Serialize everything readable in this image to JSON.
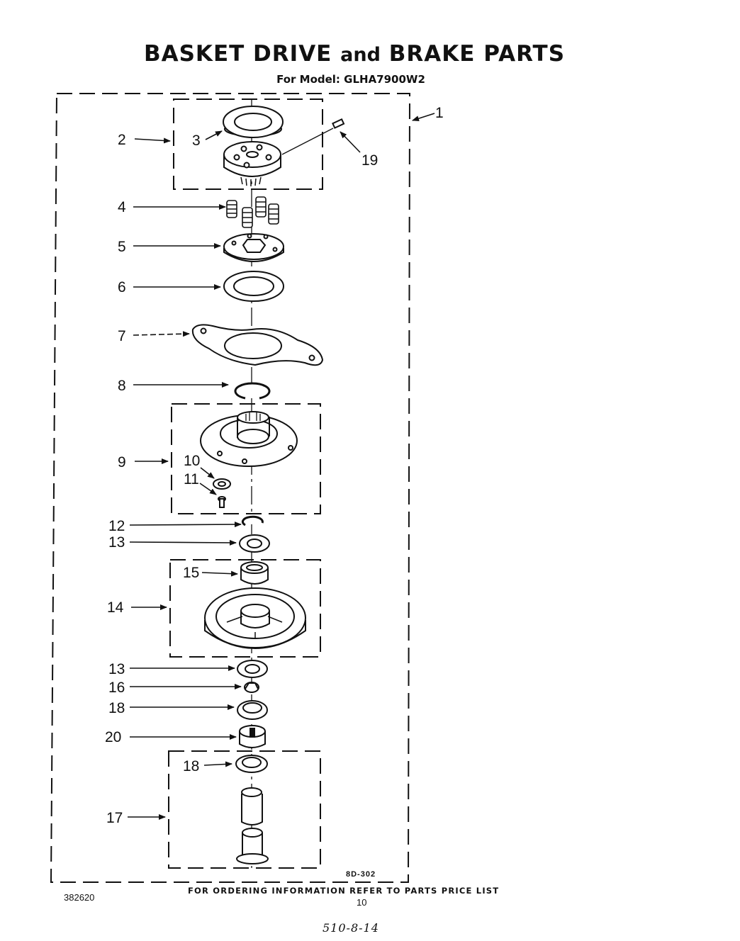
{
  "header": {
    "title_part1": "BASKET DRIVE ",
    "title_part2": "and",
    "title_part3": " BRAKE PARTS",
    "subtitle": "For Model: GLHA7900W2"
  },
  "diagram": {
    "callouts": [
      "1",
      "2",
      "3",
      "19",
      "4",
      "5",
      "6",
      "7",
      "8",
      "9",
      "10",
      "11",
      "12",
      "13",
      "15",
      "14",
      "13",
      "16",
      "18",
      "20",
      "18",
      "17"
    ],
    "drawing_number": "8D-302"
  },
  "footer": {
    "ordering_note": "FOR ORDERING INFORMATION REFER TO PARTS PRICE LIST",
    "page_number": "10",
    "document_number": "382620",
    "handwritten_note": "510-8-14"
  }
}
